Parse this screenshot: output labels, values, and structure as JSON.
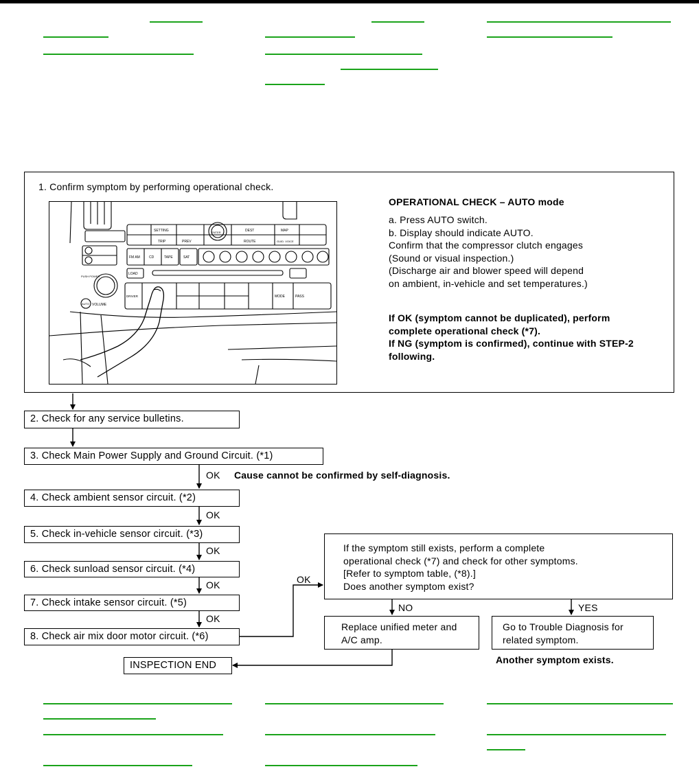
{
  "step1": {
    "title": "1. Confirm symptom by performing operational check.",
    "check_heading": "OPERATIONAL CHECK – AUTO mode",
    "check_text": "a. Press AUTO switch.\nb. Display should indicate AUTO.\n    Confirm that the compressor clutch engages\n    (Sound or visual inspection.)\n    (Discharge air and blower speed will depend\n    on ambient, in-vehicle and set temperatures.)",
    "result_text": "If OK (symptom cannot be duplicated), perform\ncomplete operational check (*7).\nIf NG (symptom is confirmed), continue with STEP-2\nfollowing."
  },
  "panel_labels": {
    "setting": "SETTING",
    "trip": "TRIP",
    "prev": "PREV",
    "dest": "DEST",
    "map": "MAP",
    "route": "ROUTE",
    "voice": "GUID. VOICE",
    "fm_am": "FM AM",
    "cd": "CD",
    "tape": "TAPE",
    "sat": "SAT",
    "load": "LOAD",
    "power": "PUSH POWER",
    "volume": "VOLUME",
    "auto": "AUTO",
    "driver": "DRIVER",
    "mode": "MODE",
    "pass": "PASS",
    "enter": "ENTER"
  },
  "steps": [
    "2. Check for any service bulletins.",
    "3. Check Main Power Supply and Ground Circuit. (*1)",
    "4. Check ambient sensor circuit. (*2)",
    "5. Check in-vehicle sensor circuit. (*3)",
    "6. Check sunload sensor circuit. (*4)",
    "7. Check intake sensor circuit. (*5)",
    "8. Check air mix door motor circuit. (*6)"
  ],
  "ok_labels": [
    "OK",
    "OK",
    "OK",
    "OK",
    "OK",
    "OK"
  ],
  "self_diag_note": "Cause cannot be confirmed by self-diagnosis.",
  "decision_text": "If the symptom still exists, perform a complete\noperational check (*7) and check for other symptoms.\n[Refer to symptom table, (*8).]\nDoes another symptom exist?",
  "no_label": "NO",
  "yes_label": "YES",
  "replace_text": "Replace unified meter and\nA/C amp.",
  "goto_text": "Go to Trouble Diagnosis for\nrelated symptom.",
  "another_symptom": "Another symptom exists.",
  "end_label": "INSPECTION END",
  "colors": {
    "link": "#1aa31a",
    "line": "#000000"
  }
}
